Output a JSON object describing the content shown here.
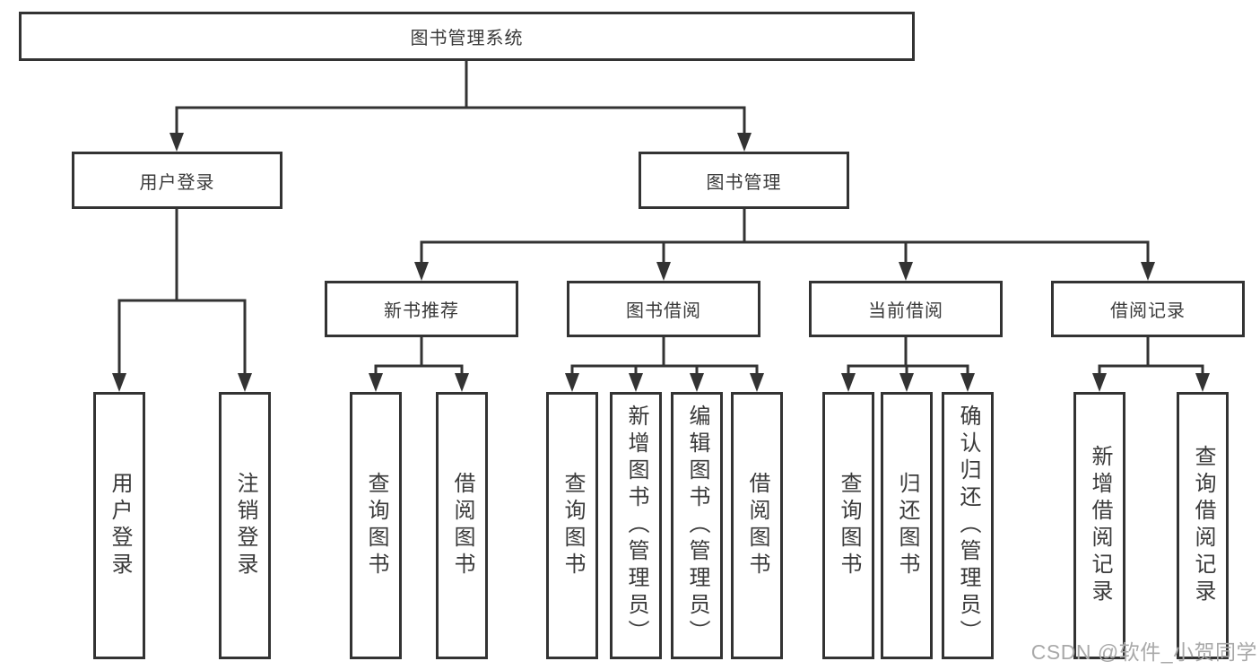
{
  "diagram": {
    "root": {
      "label": "图书管理系统"
    },
    "login": {
      "label": "用户登录",
      "children": [
        "用户登录",
        "注销登录"
      ]
    },
    "manage": {
      "label": "图书管理",
      "sections": [
        {
          "label": "新书推荐",
          "children": [
            "查询图书",
            "借阅图书"
          ]
        },
        {
          "label": "图书借阅",
          "children": [
            "查询图书",
            "新增图书（管理员）",
            "编辑图书（管理员）",
            "借阅图书"
          ]
        },
        {
          "label": "当前借阅",
          "children": [
            "查询图书",
            "归还图书",
            "确认归还（管理员）"
          ]
        },
        {
          "label": "借阅记录",
          "children": [
            "新增借阅记录",
            "查询借阅记录"
          ]
        }
      ]
    }
  },
  "watermark": {
    "text": "CSDN @软件_小贺同学"
  },
  "colors": {
    "line": "#333333",
    "text": "#3a3a3a",
    "watermark": "#a9a9a9",
    "background": "#ffffff"
  }
}
